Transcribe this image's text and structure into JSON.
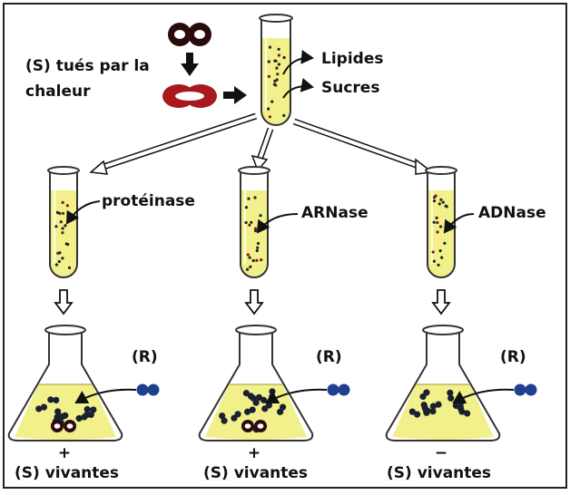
{
  "heat_killed": {
    "label_line1": "(S) tués par la",
    "label_line2": "chaleur"
  },
  "source_tube": {
    "labels": [
      "Lipides",
      "Sucres"
    ]
  },
  "enzymes": [
    {
      "name": "protéinase"
    },
    {
      "name": "ARNase"
    },
    {
      "name": "ADNase"
    }
  ],
  "results": [
    {
      "bacteria_R": "(R)",
      "sign": "+",
      "outcome": "(S) vivantes",
      "s_colonies_present": true
    },
    {
      "bacteria_R": "(R)",
      "sign": "+",
      "outcome": "(S) vivantes",
      "s_colonies_present": true
    },
    {
      "bacteria_R": "(R)",
      "sign": "−",
      "outcome": "(S) vivantes",
      "s_colonies_present": false
    }
  ],
  "colors": {
    "liquid": "#f2f08a",
    "capsule_dark": "#2a0a0a",
    "capsule_red": "#a8181c",
    "r_bacteria": "#1f3f8f",
    "dot": "#1a2a1a"
  }
}
